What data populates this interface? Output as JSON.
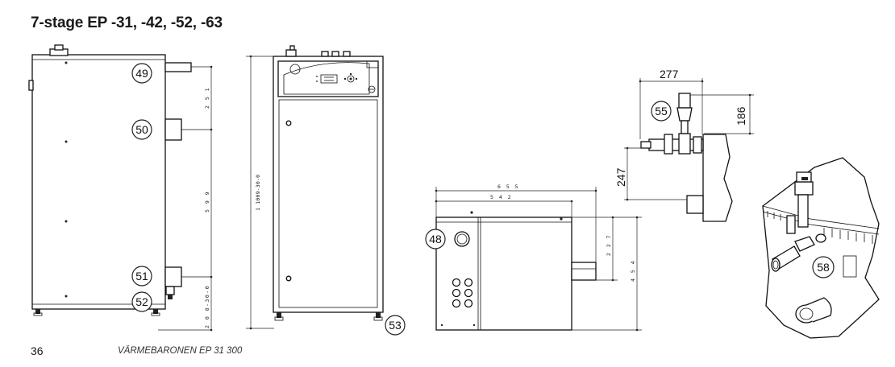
{
  "header": {
    "title": "7-stage EP -31, -42, -52, -63"
  },
  "footer": {
    "page_number": "36",
    "document_name": "VÄRMEBARONEN EP 31 300"
  },
  "callouts": {
    "c48": "48",
    "c49": "49",
    "c50": "50",
    "c51": "51",
    "c52": "52",
    "c53": "53",
    "c55": "55",
    "c58": "58"
  },
  "dimensions": {
    "side_top": "2 5 1",
    "side_mid": "5 9 9",
    "side_bottom": "2 0 8-30-0",
    "front_height": "1 1009-30-0",
    "top_width_outer": "6 5 5",
    "top_width_inner": "5 4 2",
    "top_depth_small": "2 2 7",
    "top_depth_total": "4 5 4",
    "valve_width": "277",
    "valve_height": "186",
    "valve_depth": "247"
  },
  "icons": [
    "front-panel-icon",
    "fan-icon",
    "power-button-icon",
    "knob-icon"
  ]
}
